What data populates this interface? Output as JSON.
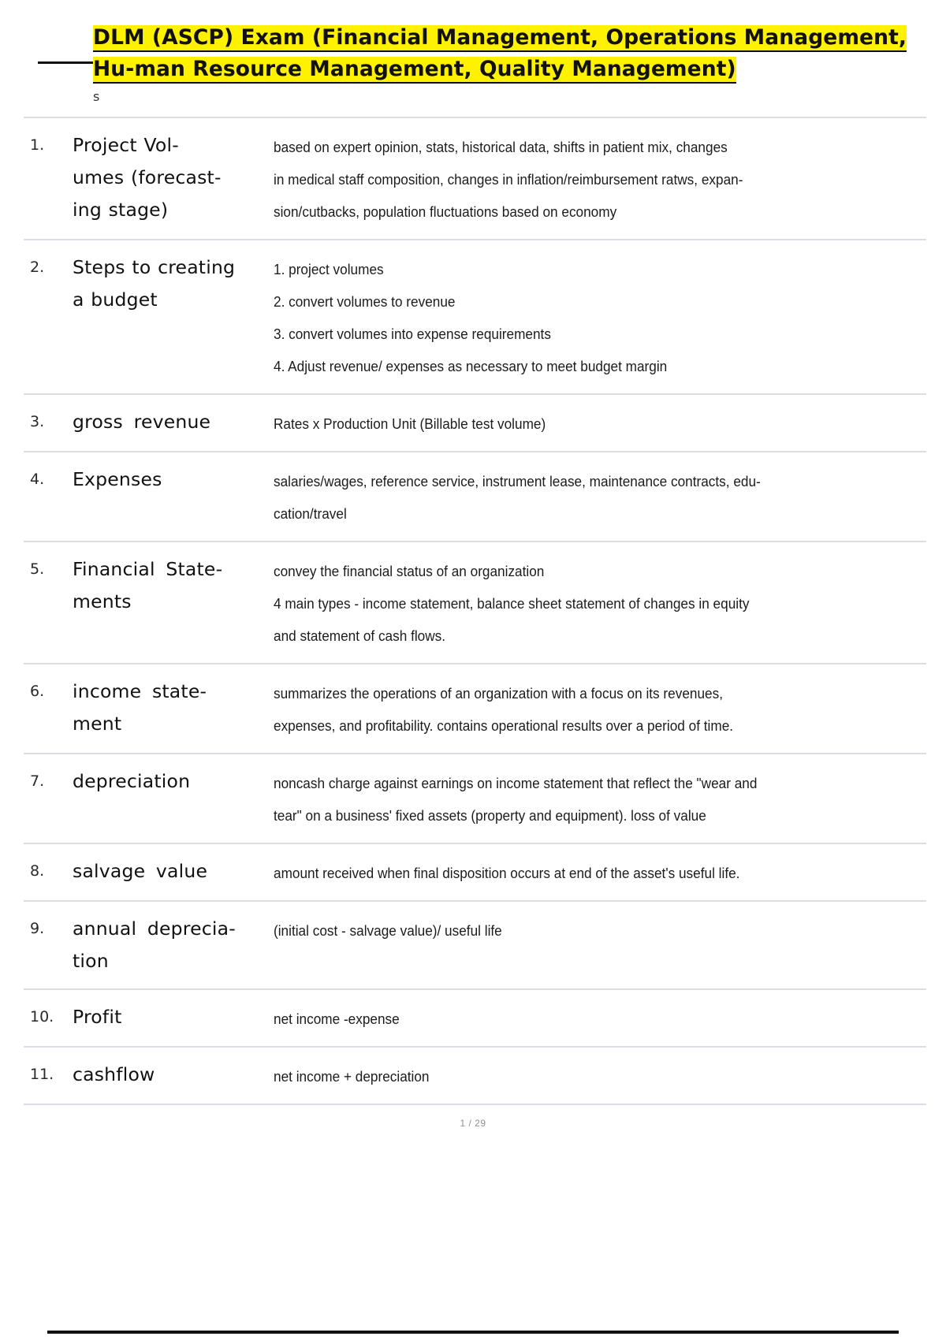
{
  "document": {
    "title_line_1": "DLM (ASCP) Exam (Financial Management, Operations Management,",
    "title_line_2": "Hu-man Resource Management, Quality Management)",
    "stray_char": "s",
    "highlight_color": "#fff200",
    "page_indicator": "1 / 29"
  },
  "table": {
    "rows": [
      {
        "number": "1.",
        "term": "Project Vol-\numes (forecast-\ning stage)",
        "definition": "based on expert opinion, stats, historical data, shifts in patient mix, changes\nin medical staff composition, changes in inflation/reimbursement ratws, expan-\nsion/cutbacks, population fluctuations based on economy"
      },
      {
        "number": "2.",
        "term": "Steps to creating\na budget",
        "definition": "1. project volumes\n2. convert volumes to revenue\n3. convert volumes into expense requirements\n4. Adjust revenue/ expenses as necessary to meet budget margin"
      },
      {
        "number": "3.",
        "term": "gross revenue",
        "definition": "Rates x Production Unit (Billable test volume)"
      },
      {
        "number": "4.",
        "term": "Expenses",
        "definition": "salaries/wages, reference service, instrument lease, maintenance contracts, edu-\ncation/travel"
      },
      {
        "number": "5.",
        "term": "Financial State-\nments",
        "definition": "convey the financial status of an organization\n4 main types - income statement, balance sheet statement of changes in equity\nand statement of cash flows."
      },
      {
        "number": "6.",
        "term": "income state-\nment",
        "definition": "summarizes the operations of an organization with a focus on its revenues,\nexpenses, and profitability. contains operational results over a period of time."
      },
      {
        "number": "7.",
        "term": "depreciation",
        "definition": "noncash charge against earnings on income statement that reflect the \"wear and\ntear\" on a business' fixed assets (property and equipment). loss of value"
      },
      {
        "number": "8.",
        "term": "salvage value",
        "definition": "amount received when final disposition occurs at end of the asset's useful life."
      },
      {
        "number": "9.",
        "term": "annual deprecia-\ntion",
        "definition": "(initial cost - salvage value)/ useful life"
      },
      {
        "number": "10.",
        "term": "Profit",
        "definition": "net income -expense"
      },
      {
        "number": "11.",
        "term": "cashflow",
        "definition": "net income + depreciation"
      }
    ]
  }
}
